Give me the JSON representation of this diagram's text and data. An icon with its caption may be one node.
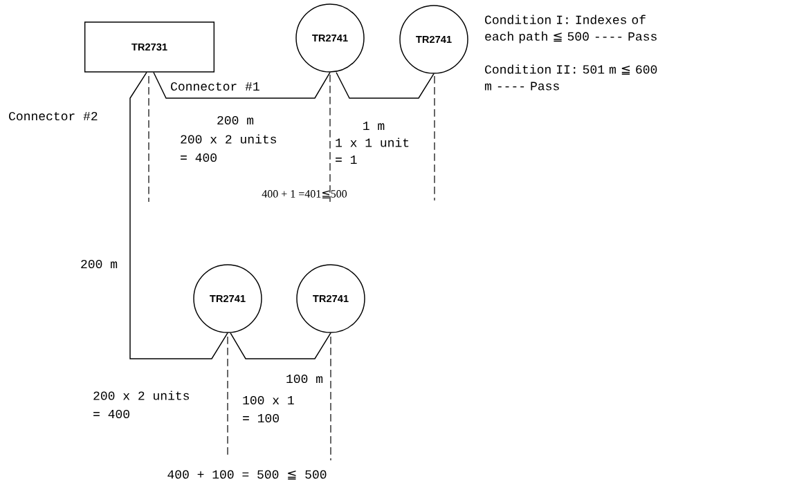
{
  "diagram": {
    "nodes": [
      {
        "text": [
          "TR2731"
        ]
      },
      {
        "text": [
          "TR2741"
        ]
      },
      {
        "text": [
          "TR2741"
        ]
      },
      {
        "text": [
          "TR2741"
        ]
      },
      {
        "text": [
          "TR2741"
        ]
      }
    ],
    "edges": [
      {
        "from": 0,
        "to": 1,
        "arrow": "none",
        "label": "Connector #1"
      },
      {
        "from": 1,
        "to": 2,
        "arrow": "none"
      },
      {
        "from": 0,
        "to": 3,
        "arrow": "none",
        "label": "Connector #2"
      },
      {
        "from": 3,
        "to": 4,
        "arrow": "none"
      }
    ],
    "labels": [
      "Condition I: Indexes of each path ≦ 500 ---- Pass",
      "Condition II: 501 m ≦ 600 m ---- Pass",
      "200 m",
      "200 x 2 units",
      "= 400",
      "1 m",
      "1 x 1 unit",
      "= 1",
      "400 + 1 =401≦500",
      "200 m",
      "100 m",
      "200 x 2 units",
      "= 400",
      "100 x 1",
      "= 100",
      "400 + 100 = 500 ≦ 500"
    ]
  }
}
